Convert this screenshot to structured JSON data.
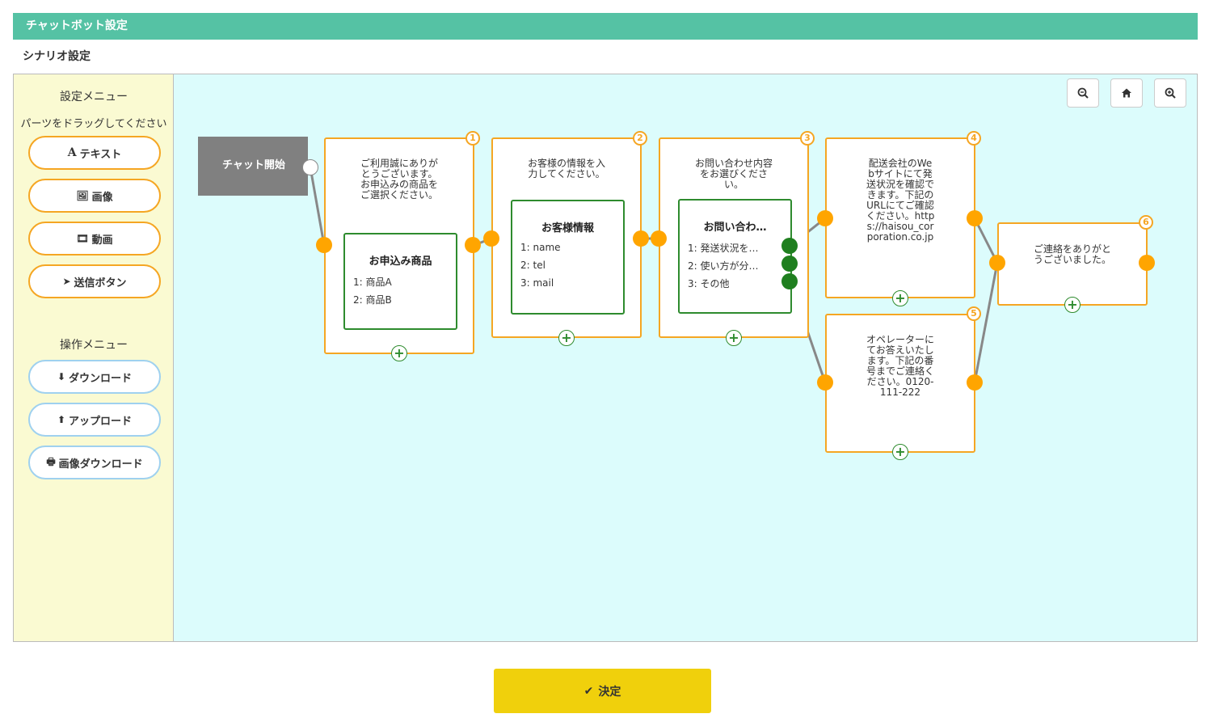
{
  "header": {
    "title": "チャットボット設定"
  },
  "subtitle": "シナリオ設定",
  "sidebar": {
    "settings_title": "設定メニュー",
    "settings_sub": "パーツをドラッグしてください",
    "parts": [
      {
        "icon": "A",
        "label": "テキスト"
      },
      {
        "icon": "🖼",
        "label": "画像"
      },
      {
        "icon": "🎞",
        "label": "動画"
      },
      {
        "icon": "➤",
        "label": "送信ボタン"
      }
    ],
    "ops_title": "操作メニュー",
    "ops": [
      {
        "icon": "⬇",
        "label": "ダウンロード"
      },
      {
        "icon": "⬆",
        "label": "アップロード"
      },
      {
        "icon": "🖶",
        "label": "画像ダウンロード"
      }
    ]
  },
  "canvas": {
    "start_label": "チャット開始",
    "nodes": [
      {
        "number": "1",
        "text": "ご利用誠にありがとうございます。お申込みの商品をご選択ください。",
        "inner_title": "お申込み商品",
        "options": [
          "1: 商品A",
          "2: 商品B"
        ]
      },
      {
        "number": "2",
        "text": "お客様の情報を入力してください。",
        "inner_title": "お客様情報",
        "options": [
          "1: name",
          "2: tel",
          "3: mail"
        ]
      },
      {
        "number": "3",
        "text": "お問い合わせ内容をお選びください。",
        "inner_title": "お問い合わ…",
        "options": [
          "1: 発送状況を…",
          "2: 使い方が分…",
          "3: その他"
        ]
      },
      {
        "number": "4",
        "text": "配送会社のWebサイトにて発送状況を確認できます。下記のURLにてご確認ください。https://haisou_corporation.co.jp"
      },
      {
        "number": "5",
        "text": "オペレーターにてお答えいたします。下記の番号までご連絡ください。0120-111-222"
      },
      {
        "number": "6",
        "text": "ご連絡をありがとうございました。"
      }
    ],
    "plus_label": "+"
  },
  "footer": {
    "decide_label": "決定",
    "decide_icon": "✔"
  }
}
